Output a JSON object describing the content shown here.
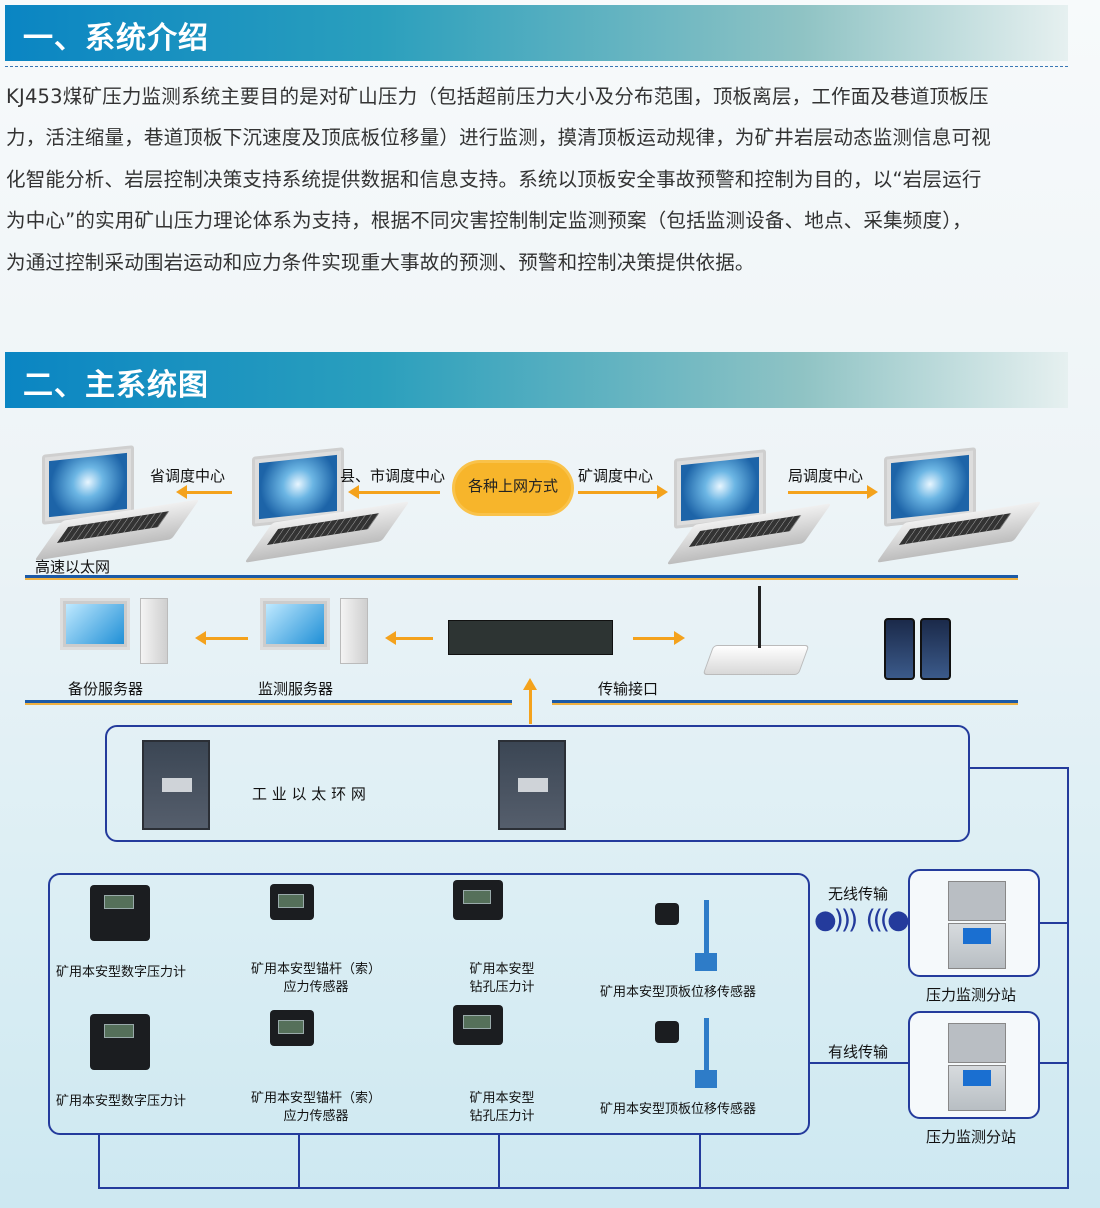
{
  "section1": {
    "title": "一、系统介绍",
    "lines": [
      "KJ453煤矿压力监测系统主要目的是对矿山压力（包括超前压力大小及分布范围，顶板离层，工作面及巷道顶板压",
      "力，活注缩量，巷道顶板下沉速度及顶底板位移量）进行监测，摸清顶板运动规律，为矿井岩层动态监测信息可视",
      "化智能分析、岩层控制决策支持系统提供数据和信息支持。系统以顶板安全事故预警和控制为目的，以“岩层运行",
      "为中心”的实用矿山压力理论体系为支持，根据不同灾害控制制定监测预案（包括监测设备、地点、采集频度），",
      "为通过控制采动围岩运动和应力条件实现重大事故的预测、预警和控制决策提供依据。"
    ]
  },
  "section2": {
    "title": "二、主系统图"
  },
  "diagram": {
    "provincial": "省调度中心",
    "county": "县、市调度中心",
    "cloud": "各种上网方式",
    "mine": "矿调度中心",
    "bureau": "局调度中心",
    "ethernet": "高速以太网",
    "backup": "备份服务器",
    "monitor": "监测服务器",
    "interface": "传输接口",
    "ring": "工 业 以 太 环 网",
    "sensors": [
      {
        "name": "矿用本安型数字压力计"
      },
      {
        "name": "矿用本安型锚杆（索）",
        "sub": "应力传感器"
      },
      {
        "name": "矿用本安型",
        "sub": "钻孔压力计"
      },
      {
        "name": "矿用本安型顶板位移传感器"
      },
      {
        "name": "矿用本安型数字压力计"
      },
      {
        "name": "矿用本安型锚杆（索）",
        "sub": "应力传感器"
      },
      {
        "name": "矿用本安型",
        "sub": "钻孔压力计"
      },
      {
        "name": "矿用本安型顶板位移传感器"
      }
    ],
    "wireless": "无线传输",
    "wired": "有线传输",
    "station1": "压力监测分站",
    "station2": "压力监测分站"
  }
}
